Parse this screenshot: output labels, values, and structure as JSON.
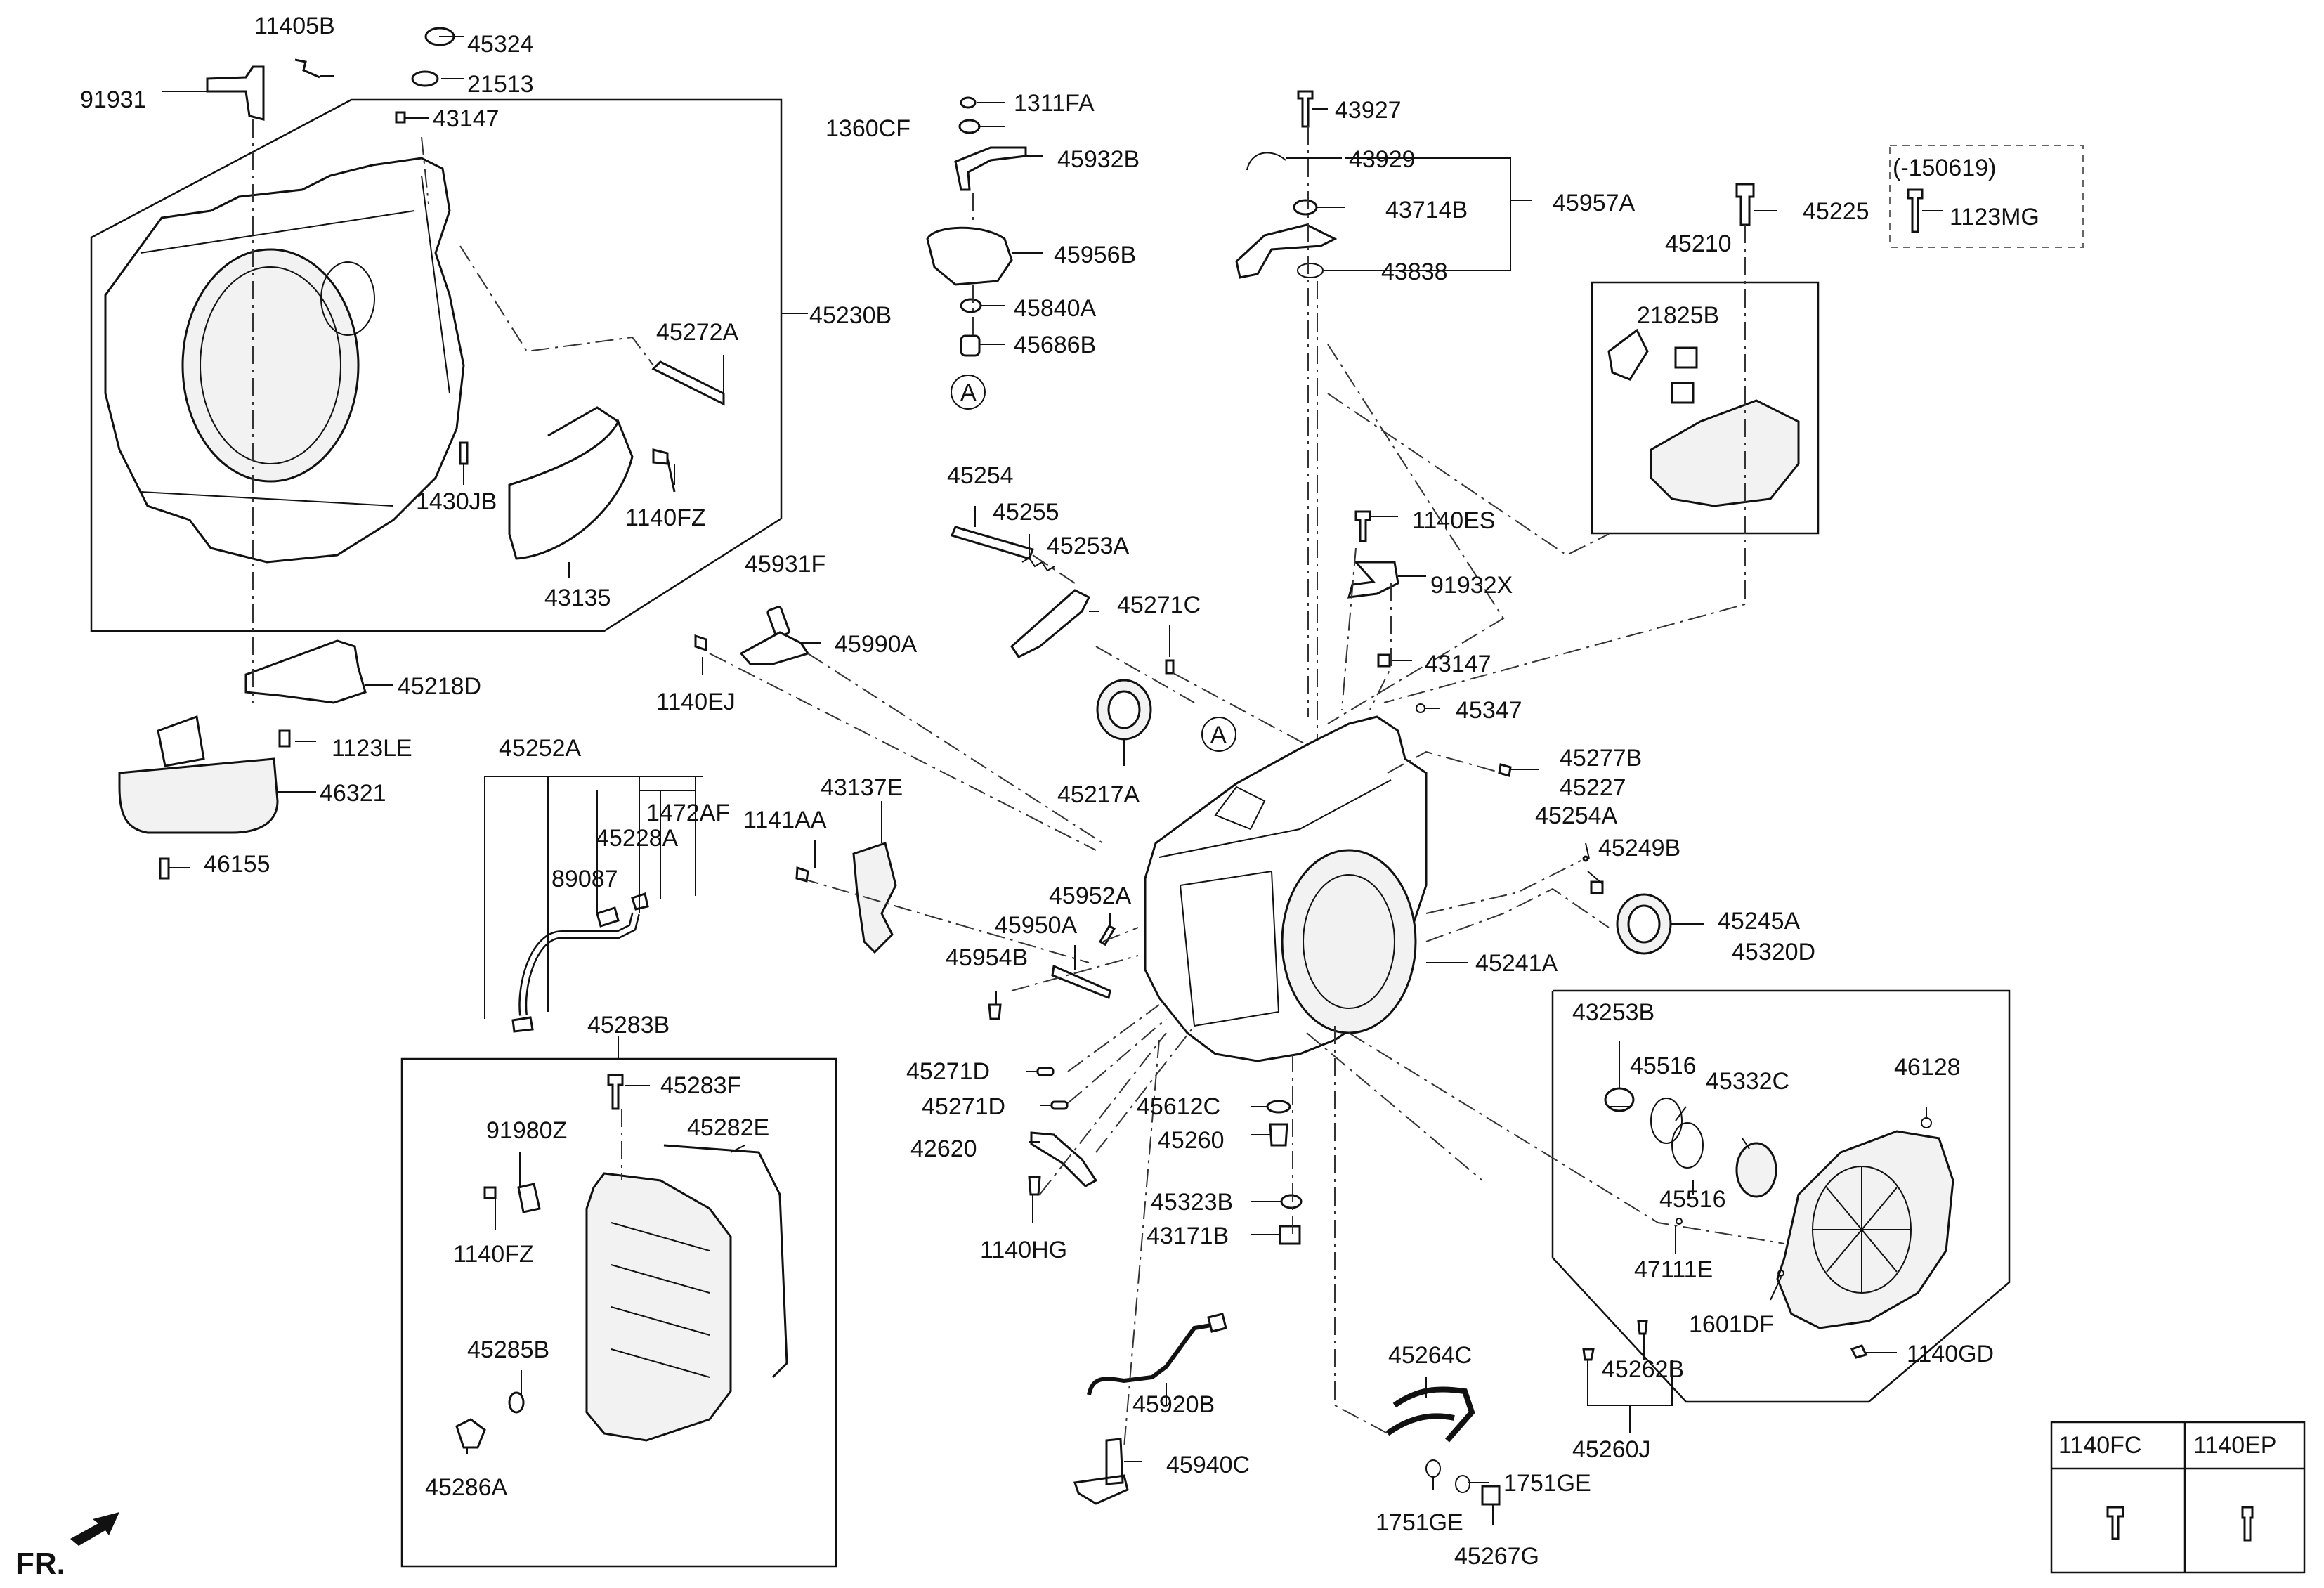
{
  "labels": {
    "p11405B": "11405B",
    "p45324": "45324",
    "p21513": "21513",
    "p91931": "91931",
    "p43147_top": "43147",
    "p45230B": "45230B",
    "p45272A": "45272A",
    "p1430JB": "1430JB",
    "p1140FZ_top": "1140FZ",
    "p43135": "43135",
    "p45218D": "45218D",
    "p1123LE": "1123LE",
    "p46321": "46321",
    "p46155": "46155",
    "p1311FA": "1311FA",
    "p1360CF": "1360CF",
    "p45932B": "45932B",
    "p45956B": "45956B",
    "p45840A": "45840A",
    "p45686B": "45686B",
    "pA_top": "A",
    "p45254": "45254",
    "p45255": "45255",
    "p45253A": "45253A",
    "p45931F": "45931F",
    "p45990A": "45990A",
    "p1140EJ": "1140EJ",
    "p45271C": "45271C",
    "p45217A": "45217A",
    "pA_mid": "A",
    "p43927": "43927",
    "p43929": "43929",
    "p43714B": "43714B",
    "p45957A": "45957A",
    "p43838": "43838",
    "p45225": "45225",
    "p150619": "(-150619)",
    "p1123MG": "1123MG",
    "p45210": "45210",
    "p21825B": "21825B",
    "p1140ES": "1140ES",
    "p91932X": "91932X",
    "p43147_mid": "43147",
    "p45347": "45347",
    "p45277B": "45277B",
    "p45227": "45227",
    "p45254A": "45254A",
    "p45249B": "45249B",
    "p45245A": "45245A",
    "p45320D": "45320D",
    "p45252A": "45252A",
    "p1472AF": "1472AF",
    "p45228A": "45228A",
    "p89087": "89087",
    "p1141AA": "1141AA",
    "p43137E": "43137E",
    "p45952A": "45952A",
    "p45950A": "45950A",
    "p45954B": "45954B",
    "p45241A": "45241A",
    "p45283B": "45283B",
    "p45283F": "45283F",
    "p91980Z": "91980Z",
    "p45282E": "45282E",
    "p1140FZ_bot": "1140FZ",
    "p45285B": "45285B",
    "p45286A": "45286A",
    "p45271D_a": "45271D",
    "p45271D_b": "45271D",
    "p42620": "42620",
    "p1140HG": "1140HG",
    "p45612C": "45612C",
    "p45260": "45260",
    "p45323B": "45323B",
    "p43171B": "43171B",
    "p45920B": "45920B",
    "p45940C": "45940C",
    "p45264C": "45264C",
    "p1751GE_r": "1751GE",
    "p1751GE_l": "1751GE",
    "p45267G": "45267G",
    "p43253B": "43253B",
    "p45516_a": "45516",
    "p45332C": "45332C",
    "p46128": "46128",
    "p45516_b": "45516",
    "p47111E": "47111E",
    "p1601DF": "1601DF",
    "p45262B": "45262B",
    "p45260J": "45260J",
    "p1140GD": "1140GD",
    "fr": "FR."
  },
  "legend_table": {
    "col1": "1140FC",
    "col2": "1140EP"
  }
}
